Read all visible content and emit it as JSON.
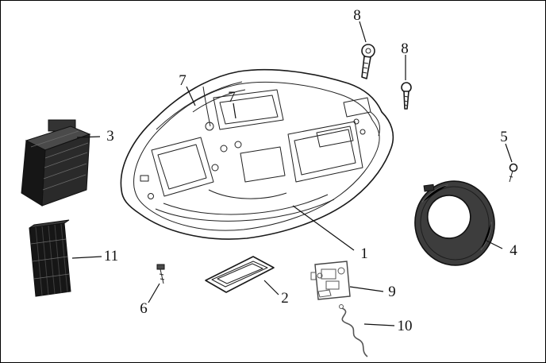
{
  "diagram": {
    "title": "parts-exploded-diagram",
    "background": "#ffffff",
    "colors": {
      "line": "#1a1a1a",
      "part_dark": "#161616",
      "part_mid": "#3d3d3d",
      "part_light_face": "#4a4a4a",
      "background": "#ffffff"
    },
    "labels": [
      {
        "id": "1",
        "text": "1"
      },
      {
        "id": "2",
        "text": "2"
      },
      {
        "id": "3",
        "text": "3"
      },
      {
        "id": "4",
        "text": "4"
      },
      {
        "id": "5",
        "text": "5"
      },
      {
        "id": "6",
        "text": "6"
      },
      {
        "id": "7a",
        "text": "7"
      },
      {
        "id": "7b",
        "text": "7"
      },
      {
        "id": "8a",
        "text": "8"
      },
      {
        "id": "8b",
        "text": "8"
      },
      {
        "id": "9",
        "text": "9"
      },
      {
        "id": "10",
        "text": "10"
      },
      {
        "id": "11",
        "text": "11"
      }
    ]
  }
}
